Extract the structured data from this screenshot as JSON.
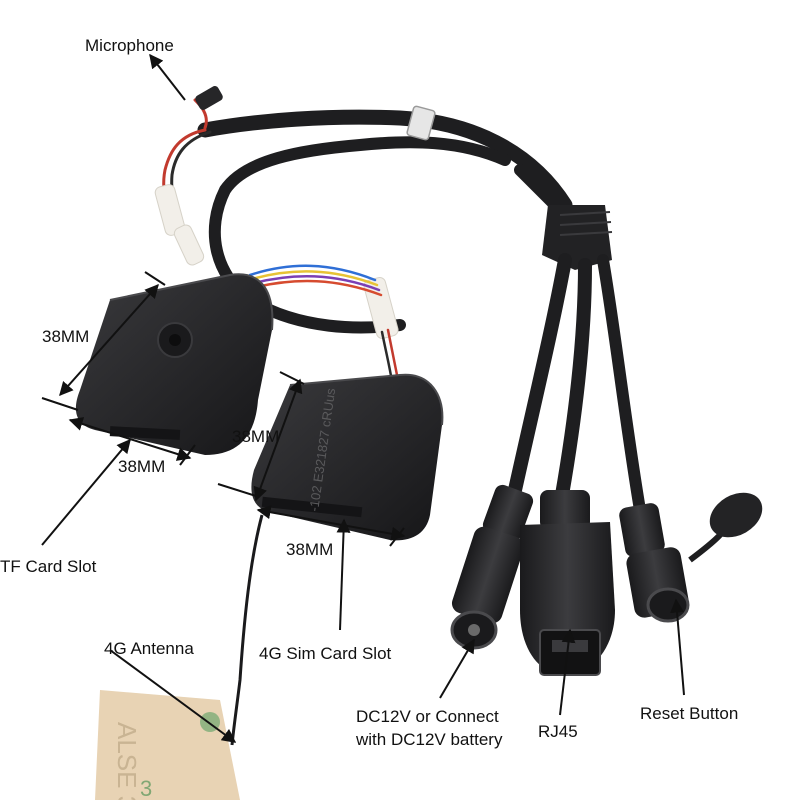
{
  "labels": {
    "microphone": "Microphone",
    "dim_left_vertical": "38MM",
    "dim_left_horizontal": "38MM",
    "dim_right_vertical": "38MM",
    "dim_right_horizontal": "38MM",
    "tf_card_slot": "TF Card Slot",
    "antenna_4g": "4G Antenna",
    "sim_card_slot_4g": "4G Sim Card Slot",
    "dc12v_line1": "DC12V or Connect",
    "dc12v_line2": "with DC12V battery",
    "rj45": "RJ45",
    "reset_button": "Reset Button"
  },
  "tape_text": "ALSE 3",
  "colors": {
    "cable": "#1e1e20",
    "module": "#232325",
    "connector": "#2a2a2c",
    "tape": "#e8d3b4",
    "tape_print": "#3d8a4a",
    "arrow": "#111111"
  }
}
